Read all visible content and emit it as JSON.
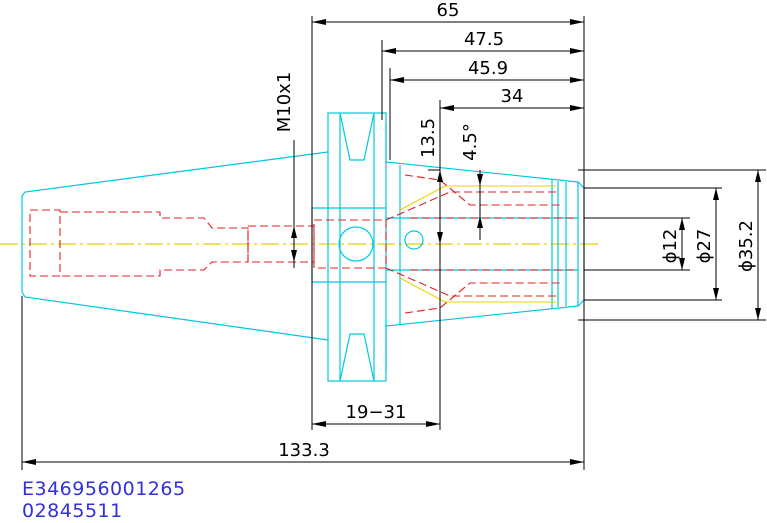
{
  "dimensions": {
    "d65": "65",
    "d47_5": "47.5",
    "d45_9": "45.9",
    "d34": "34",
    "thread": "M10x1",
    "d13_5": "13.5",
    "angle": "4.5°",
    "dia12": "ϕ12",
    "dia27": "ϕ27",
    "dia35_2": "ϕ35.2",
    "range": "19−31",
    "total": "133.3"
  },
  "part_codes": {
    "line1": "E346956001265",
    "line2": "02845511"
  },
  "colors": {
    "outline": "#00c8e0",
    "hidden": "#e02020",
    "centerline": "#e8d000",
    "dimension": "#000000",
    "code_text": "#3030e0"
  }
}
